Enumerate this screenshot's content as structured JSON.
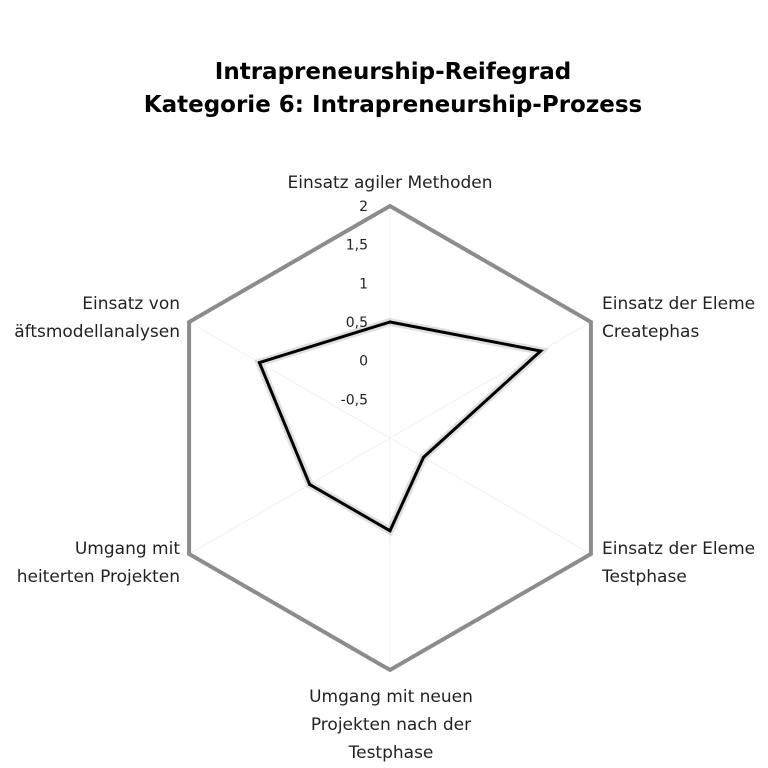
{
  "chart_data": {
    "type": "radar",
    "title": [
      "Intrapreneurship-Reifegrad",
      "Kategorie 6: Intrapreneurship-Prozess"
    ],
    "categories": [
      [
        "Einsatz agiler Methoden"
      ],
      [
        "Einsatz der Eleme",
        "Createphas"
      ],
      [
        "Einsatz der Eleme",
        "Testphase"
      ],
      [
        "Umgang mit neuen",
        "Projekten nach der",
        "Testphase"
      ],
      [
        "Umgang mit",
        "heiterten Projekten"
      ],
      [
        "Einsatz von",
        "äftsmodellanalysen"
      ]
    ],
    "series": [
      {
        "values": [
          0.5,
          1.25,
          -0.5,
          0.2,
          0.2,
          0.95
        ]
      }
    ],
    "rlim": [
      -1,
      2
    ],
    "ticks": [
      -0.5,
      0,
      0.5,
      1,
      1.5,
      2
    ],
    "tick_labels": [
      "-0,5",
      "0",
      "0,5",
      "1",
      "1,5",
      "2"
    ],
    "colors": {
      "frame": "#8c8c8c",
      "series": "#000000",
      "text": "#222222"
    }
  }
}
